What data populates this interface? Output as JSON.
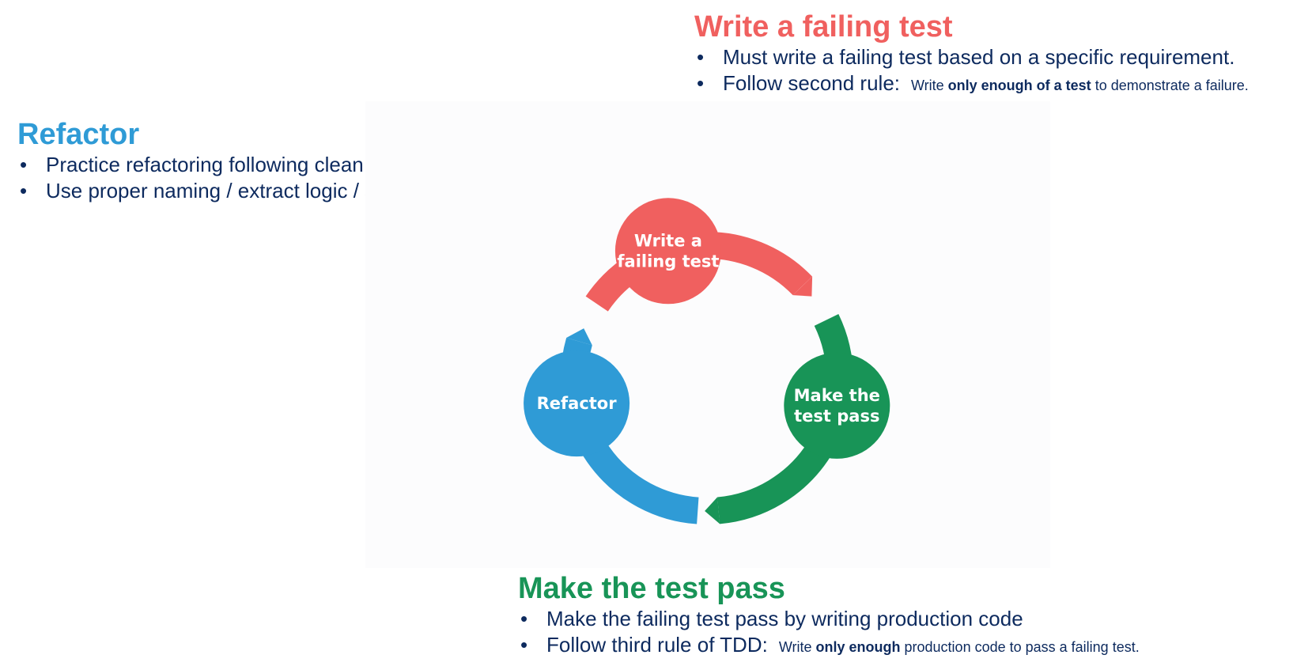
{
  "colors": {
    "red": "#f0605f",
    "green": "#189457",
    "blue": "#2f9bd6",
    "body_text": "#0d2a5e"
  },
  "sections": {
    "write": {
      "title": "Write a failing test",
      "bullet1": "Must write a failing test based on a specific requirement.",
      "bullet2_lead": "Follow second rule:",
      "bullet2_pre": "Write ",
      "bullet2_bold": "only enough of a test",
      "bullet2_post": " to demonstrate a failure."
    },
    "refactor": {
      "title": "Refactor",
      "bullet1": "Practice refactoring following clean code practices",
      "bullet2": "Use proper naming / extract logic / simplify code"
    },
    "pass": {
      "title": "Make the test pass",
      "bullet1": "Make the failing test pass by writing production code",
      "bullet2_lead": "Follow third rule of TDD:",
      "bullet2_pre": "Write ",
      "bullet2_bold": "only enough",
      "bullet2_post": " production code to pass a failing test."
    }
  },
  "diagram": {
    "nodes": {
      "write": {
        "line1": "Write a",
        "line2": "failing test"
      },
      "pass": {
        "line1": "Make the",
        "line2": "test pass"
      },
      "refactor": {
        "line1": "Refactor"
      }
    }
  }
}
